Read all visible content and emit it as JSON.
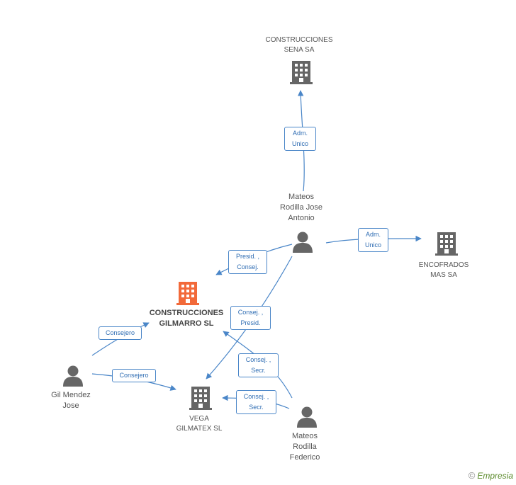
{
  "colors": {
    "edge": "#4a86c8",
    "icon": "#666666",
    "main_icon": "#f26a3a"
  },
  "nodes": {
    "construcciones_sena": {
      "label1": "CONSTRUCCIONES",
      "label2": "SENA SA"
    },
    "mateos_jose_antonio": {
      "label1": "Mateos",
      "label2": "Rodilla Jose",
      "label3": "Antonio"
    },
    "encofrados_mas": {
      "label1": "ENCOFRADOS",
      "label2": "MAS SA"
    },
    "construcciones_gilmarro": {
      "label1": "CONSTRUCCIONES",
      "label2": "GILMARRO SL"
    },
    "gil_mendez": {
      "label1": "Gil Mendez",
      "label2": "Jose"
    },
    "vega_gilmatex": {
      "label1": "VEGA",
      "label2": "GILMATEX SL"
    },
    "mateos_federico": {
      "label1": "Mateos",
      "label2": "Rodilla",
      "label3": "Federico"
    }
  },
  "edges": {
    "adm_unico_sena": {
      "line1": "Adm.",
      "line2": "Unico"
    },
    "adm_unico_encofrados": {
      "line1": "Adm.",
      "line2": "Unico"
    },
    "presid_consej_gilmarro": {
      "line1": "Presid. ,",
      "line2": "Consej."
    },
    "consej_presid_vega": {
      "line1": "Consej. ,",
      "line2": "Presid."
    },
    "consejero_gilmarro": {
      "line1": "Consejero"
    },
    "consejero_vega": {
      "line1": "Consejero"
    },
    "consej_secr_gilmarro": {
      "line1": "Consej. ,",
      "line2": "Secr."
    },
    "consej_secr_vega": {
      "line1": "Consej. ,",
      "line2": "Secr."
    }
  },
  "footer": {
    "copyright": "©",
    "brand": "Empresia"
  }
}
